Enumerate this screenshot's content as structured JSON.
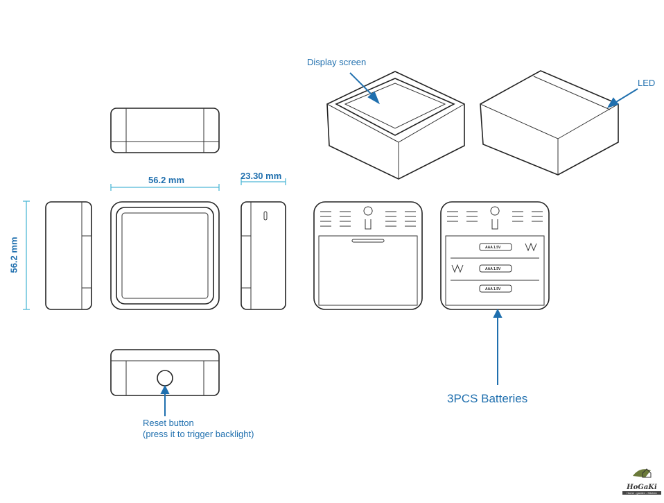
{
  "labels": {
    "display_screen": "Display screen",
    "led": "LED",
    "width_dim": "56.2 mm",
    "depth_dim": "23.30 mm",
    "height_dim": "56.2 mm",
    "reset_button": "Reset button",
    "reset_note": "(press it to trigger backlight)",
    "batteries": "3PCS  Batteries"
  },
  "battery_label": "AAA 1.5V",
  "logo": {
    "name": "HoGaKi",
    "tagline": "Home - garden - Kitchen"
  },
  "colors": {
    "label": "#1f6fae",
    "dimension": "#4fb8d6",
    "outline": "#222222"
  }
}
